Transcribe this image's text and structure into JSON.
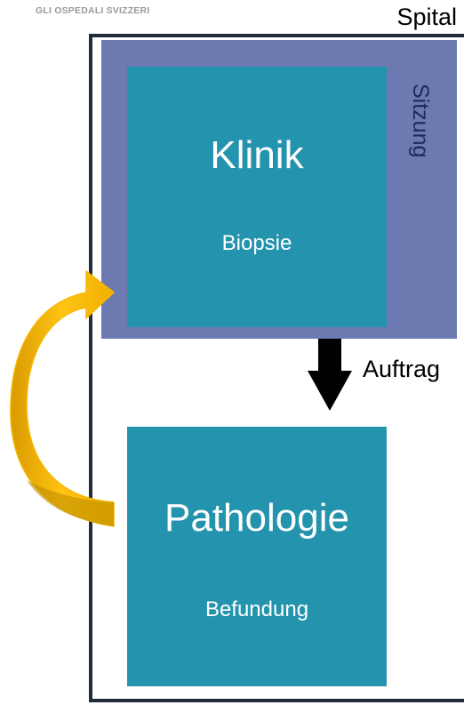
{
  "brand": "GLI OSPEDALI SVIZZERI",
  "spital": {
    "label": "Spital"
  },
  "sitzung": {
    "label": "Sitzung"
  },
  "klinik": {
    "title": "Klinik",
    "subtitle": "Biopsie"
  },
  "pathologie": {
    "title": "Pathologie",
    "subtitle": "Befundung"
  },
  "auftrag": {
    "label": "Auftrag"
  },
  "colors": {
    "frame": "#222a3d",
    "sitzung": "#6d79b1",
    "box": "#2493ad",
    "feedback_arrow": "#f5b800",
    "order_arrow": "#000000"
  }
}
